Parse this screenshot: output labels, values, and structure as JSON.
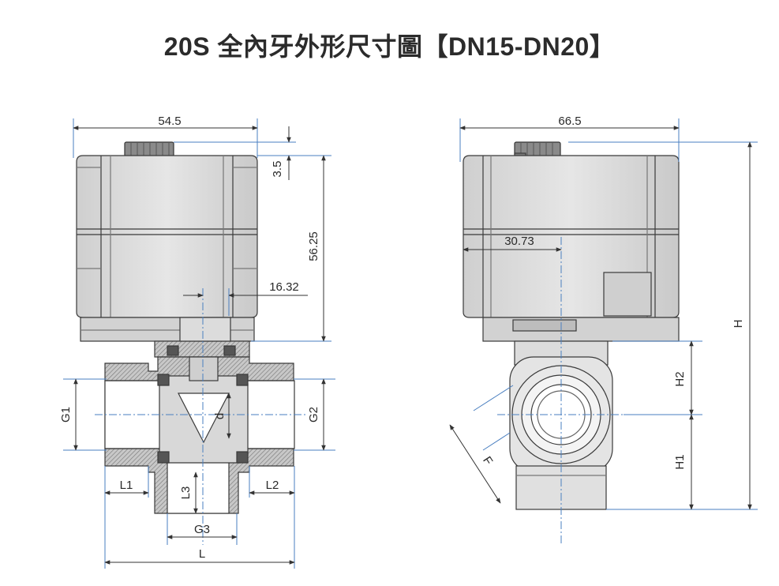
{
  "title": "20S 全內牙外形尺寸圖【DN15-DN20】",
  "front_view": {
    "dim_width": "54.5",
    "dim_knob": "3.5",
    "dim_height": "56.25",
    "dim_offset": "16.32",
    "label_g1": "G1",
    "label_g2": "G2",
    "label_d": "d",
    "label_l1": "L1",
    "label_l2": "L2",
    "label_l3": "L3",
    "label_g3": "G3",
    "label_l": "L"
  },
  "side_view": {
    "dim_width": "66.5",
    "dim_offset": "30.73",
    "label_h": "H",
    "label_h1": "H1",
    "label_h2": "H2",
    "label_f": "F"
  },
  "colors": {
    "line": "#3a3a3a",
    "dimension": "#4a7fc0",
    "body_fill": "#d8d8d8",
    "hatch": "#888888"
  }
}
